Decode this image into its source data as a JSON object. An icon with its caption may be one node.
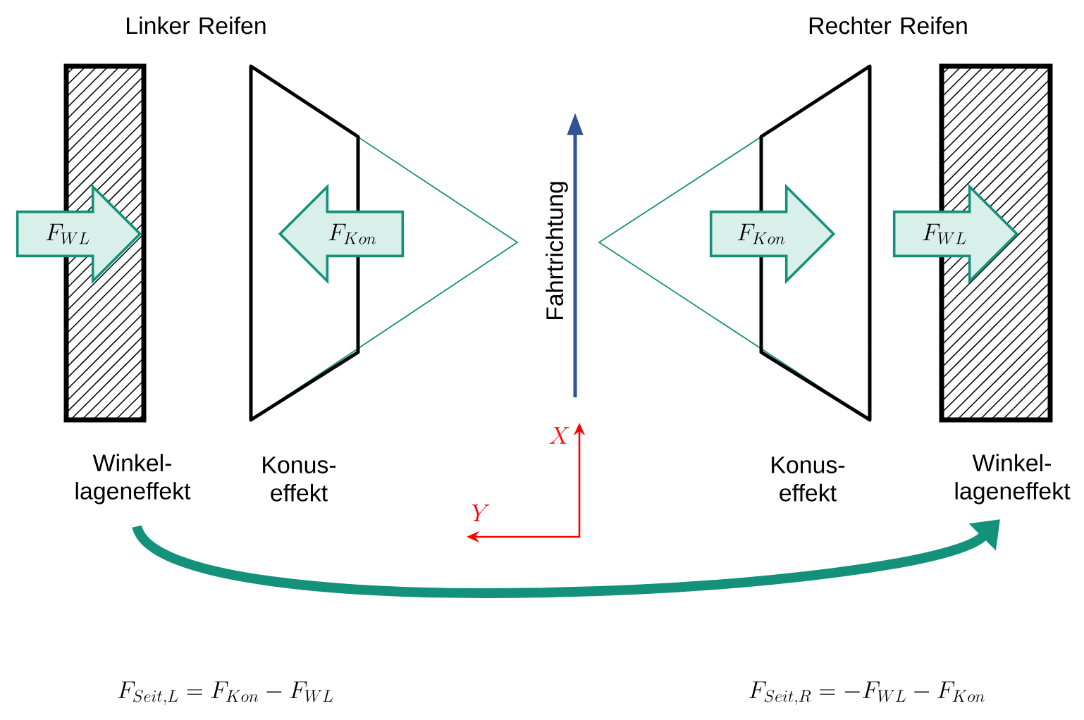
{
  "diagram": {
    "nodes": [
      {
        "text": [],
        "shape": "box"
      },
      {
        "text": [
          "F_{WL}"
        ]
      },
      {
        "text": [
          "F_{Kon}"
        ]
      },
      {
        "text": [
          "F_{Kon}"
        ]
      },
      {
        "text": [
          "F_{WL}"
        ]
      },
      {
        "text": [],
        "shape": "box"
      },
      {
        "text": [
          "Winkel- lageneffekt"
        ]
      },
      {
        "text": [
          "Winkel- lageneffekt"
        ]
      }
    ],
    "edges": [
      {
        "from": 6,
        "to": 7,
        "arrow": "to"
      }
    ],
    "labels": [
      "Linker Reifen",
      "Rechter Reifen",
      "Fahrtrichtung",
      "X",
      "Konus- effekt",
      "Konus- effekt",
      "Y",
      "F_{Seit,L} = F_{Kon} - F_{WL}",
      "F_{Seit,R} = -F_{WL} - F_{Kon}"
    ]
  }
}
